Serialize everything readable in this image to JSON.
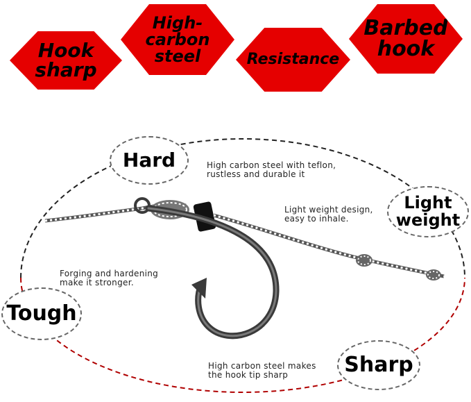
{
  "badges": [
    {
      "label": "Hook\nsharp"
    },
    {
      "label": "High-\ncarbon\nsteel"
    },
    {
      "label": "Resistance"
    },
    {
      "label": "Barbed\nhook"
    }
  ],
  "features": {
    "hard": {
      "label": "Hard",
      "desc": "High carbon steel with teflon,\nrustless and durable it"
    },
    "light": {
      "label": "Light\nweight",
      "desc": "Light weight design,\neasy to inhale."
    },
    "tough": {
      "label": "Tough",
      "desc": "Forging and hardening\nmake it stronger."
    },
    "sharp": {
      "label": "Sharp",
      "desc": "High carbon steel makes\nthe hook tip sharp"
    }
  },
  "colors": {
    "badge_red": "#e50000",
    "ring_dark": "#222222",
    "ring_red": "#b00000"
  }
}
